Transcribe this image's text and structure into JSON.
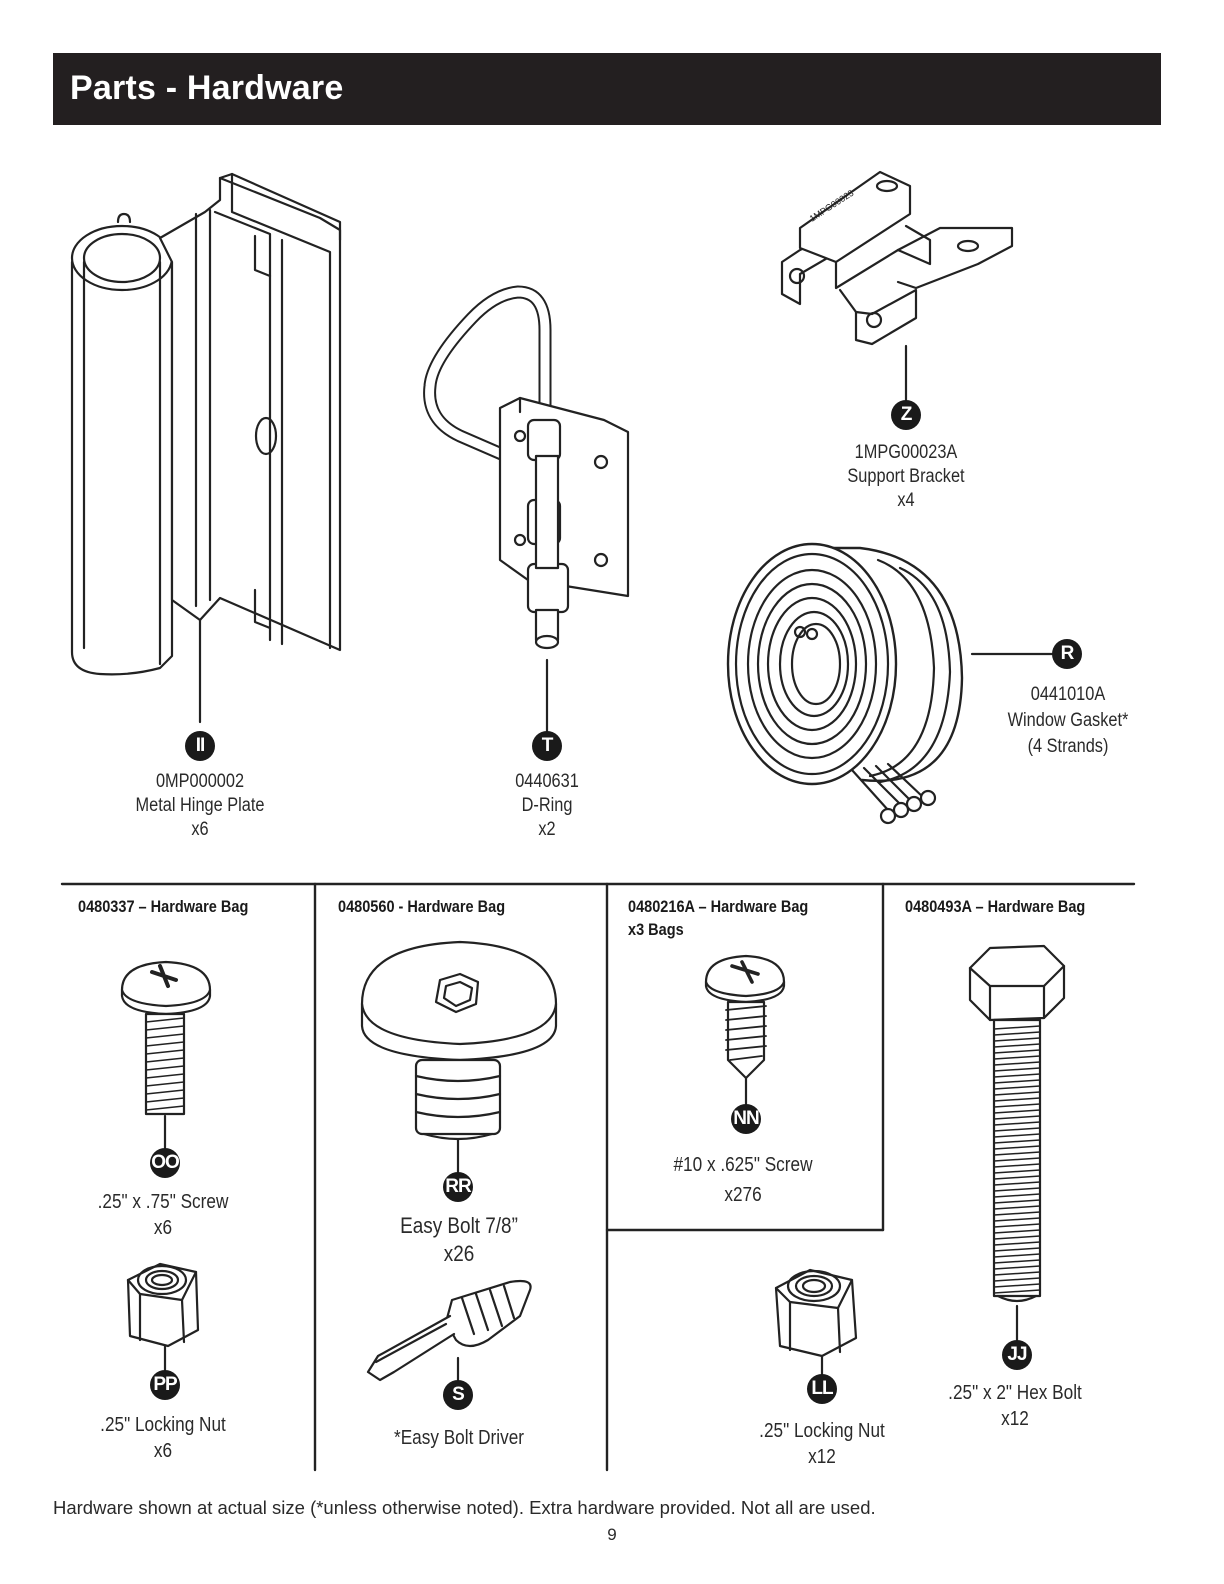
{
  "header": {
    "title": "Parts - Hardware"
  },
  "parts": {
    "II": {
      "badge": "II",
      "part_no": "0MP000002",
      "name": "Metal Hinge Plate",
      "qty": "x6"
    },
    "T": {
      "badge": "T",
      "part_no": "0440631",
      "name": "D-Ring",
      "qty": "x2"
    },
    "Z": {
      "badge": "Z",
      "part_no": "1MPG00023A",
      "name": "Support Bracket",
      "qty": "x4",
      "stamp": "1MPG00023"
    },
    "R": {
      "badge": "R",
      "part_no": "0441010A",
      "name": "Window Gasket*",
      "qty": "(4 Strands)"
    }
  },
  "bags": [
    {
      "title": "0480337 – Hardware Bag",
      "subtitle": ""
    },
    {
      "title": "0480560 - Hardware Bag",
      "subtitle": ""
    },
    {
      "title": "0480216A – Hardware Bag",
      "subtitle": "x3 Bags"
    },
    {
      "title": "0480493A – Hardware Bag",
      "subtitle": ""
    }
  ],
  "hardware": {
    "OO": {
      "badge": "OO",
      "name": ".25\" x .75\" Screw",
      "qty": "x6"
    },
    "PP": {
      "badge": "PP",
      "name": ".25\" Locking Nut",
      "qty": "x6"
    },
    "RR": {
      "badge": "RR",
      "name": "Easy Bolt 7/8”",
      "qty": "x26"
    },
    "S": {
      "badge": "S",
      "name": "*Easy Bolt Driver"
    },
    "NN": {
      "badge": "NN",
      "name": "#10 x .625\" Screw",
      "qty": "x276"
    },
    "LL": {
      "badge": "LL",
      "name": ".25\" Locking Nut",
      "qty": "x12"
    },
    "JJ": {
      "badge": "JJ",
      "name": ".25\" x 2\" Hex Bolt",
      "qty": "x12"
    }
  },
  "footer": {
    "note": "Hardware shown at actual size (*unless otherwise noted). Extra hardware provided. Not all are used.",
    "page": "9"
  },
  "colors": {
    "title_bar": "#231f20",
    "badge": "#1a1a1a",
    "line_art": "#222222"
  }
}
